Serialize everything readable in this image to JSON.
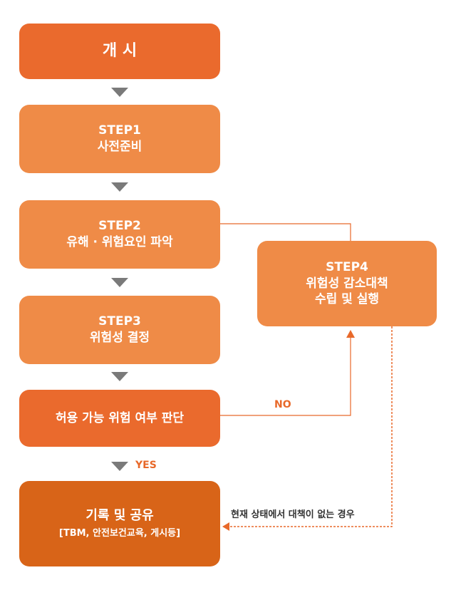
{
  "nodes": {
    "start": {
      "label": "개 시"
    },
    "step1": {
      "title": "STEP1",
      "label": "사전준비"
    },
    "step2": {
      "title": "STEP2",
      "label": "유해 · 위험요인 파악"
    },
    "step3": {
      "title": "STEP3",
      "label": "위험성 결정"
    },
    "decision": {
      "label": "허용 가능 위험 여부 판단"
    },
    "record": {
      "label": "기록 및 공유",
      "sub": "[TBM, 안전보건교육, 게시등]"
    },
    "step4": {
      "title": "STEP4",
      "line1": "위험성 감소대책",
      "line2": "수립 및 실행"
    }
  },
  "edges": {
    "yes_label": "YES",
    "no_label": "NO",
    "fallback_label": "현재 상태에서 대책이 없는 경우"
  },
  "colors": {
    "start": "#ea6a2d",
    "step": "#ef8b47",
    "decision": "#ea6a2d",
    "record": "#d86418",
    "connector": "#e8692a",
    "arrow": "#7a7a7a"
  }
}
